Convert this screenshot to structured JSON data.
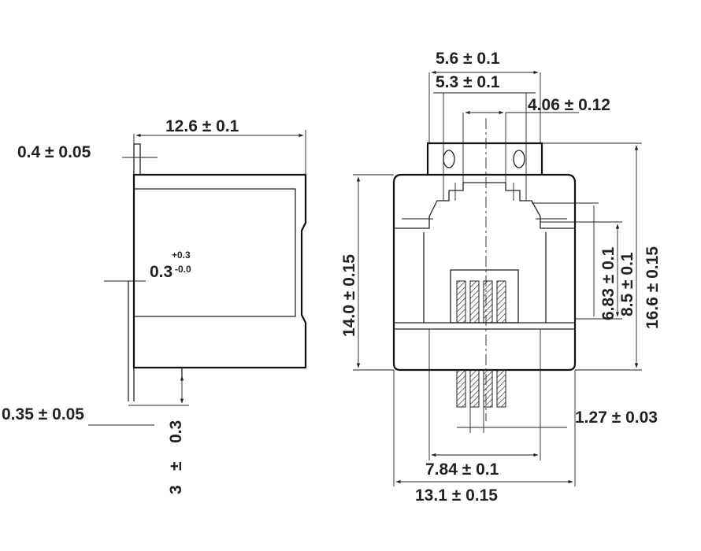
{
  "side_view": {
    "length": "12.6 ± 0.1",
    "flange": "0.4 ± 0.05",
    "offset_base": "0.3",
    "offset_tol_plus": "+0.3",
    "offset_tol_minus": "-0.0",
    "lead_thickness": "0.35 ± 0.05",
    "lead_length_value": "0.3",
    "lead_length_pm": "±",
    "lead_length_nom": "3"
  },
  "front_view": {
    "width_outer": "5.6 ± 0.1",
    "width_inner": "5.3 ± 0.1",
    "slot_width": "4.06 ± 0.12",
    "depth_683": "6.83 ± 0.1",
    "depth_85": "8.5 ± 0.1",
    "total_height": "16.6 ± 0.15",
    "body_height": "14.0 ± 0.15",
    "pin_pitch": "1.27 ± 0.03",
    "pin_span": "7.84 ± 0.1",
    "body_width": "13.1 ± 0.15"
  }
}
